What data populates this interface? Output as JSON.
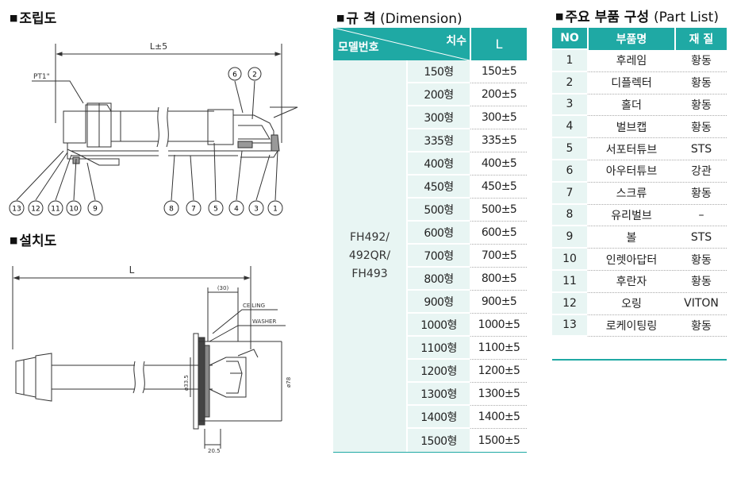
{
  "titles": {
    "assembly": "조립도",
    "install": "설치도",
    "dimension_ko": "규  격",
    "dimension_en": "(Dimension)",
    "parts_ko": "주요 부품 구성",
    "parts_en": "(Part List)",
    "bullet": "■"
  },
  "assembly": {
    "dim_label": "L±5",
    "thread_label": "PT1\"",
    "bubbles_top": [
      "6",
      "2"
    ],
    "bubbles_bottom": [
      "13",
      "12",
      "11",
      "10",
      "9",
      "8",
      "7",
      "5",
      "4",
      "3",
      "1"
    ]
  },
  "install": {
    "dim_label": "L",
    "d30": "(30)",
    "ceiling": "CEILING",
    "washer": "WASHER",
    "d33": "ø33.5",
    "d78": "ø78",
    "d20": "20.5"
  },
  "dimension": {
    "header_model": "모델번호",
    "header_size": "치수",
    "header_l": "L",
    "model_lines": [
      "FH492/",
      "492QR/",
      "FH493"
    ],
    "rows": [
      {
        "size": "150형",
        "l": "150±5"
      },
      {
        "size": "200형",
        "l": "200±5"
      },
      {
        "size": "300형",
        "l": "300±5"
      },
      {
        "size": "335형",
        "l": "335±5"
      },
      {
        "size": "400형",
        "l": "400±5"
      },
      {
        "size": "450형",
        "l": "450±5"
      },
      {
        "size": "500형",
        "l": "500±5"
      },
      {
        "size": "600형",
        "l": "600±5"
      },
      {
        "size": "700형",
        "l": "700±5"
      },
      {
        "size": "800형",
        "l": "800±5"
      },
      {
        "size": "900형",
        "l": "900±5"
      },
      {
        "size": "1000형",
        "l": "1000±5"
      },
      {
        "size": "1100형",
        "l": "1100±5"
      },
      {
        "size": "1200형",
        "l": "1200±5"
      },
      {
        "size": "1300형",
        "l": "1300±5"
      },
      {
        "size": "1400형",
        "l": "1400±5"
      },
      {
        "size": "1500형",
        "l": "1500±5"
      }
    ]
  },
  "parts": {
    "headers": {
      "no": "NO",
      "name": "부품명",
      "material": "재  질"
    },
    "rows": [
      {
        "no": "1",
        "name": "후레임",
        "material": "황동"
      },
      {
        "no": "2",
        "name": "디플렉터",
        "material": "황동"
      },
      {
        "no": "3",
        "name": "홀더",
        "material": "황동"
      },
      {
        "no": "4",
        "name": "벌브캡",
        "material": "황동"
      },
      {
        "no": "5",
        "name": "서포터튜브",
        "material": "STS"
      },
      {
        "no": "6",
        "name": "아우터튜브",
        "material": "강관"
      },
      {
        "no": "7",
        "name": "스크류",
        "material": "황동"
      },
      {
        "no": "8",
        "name": "유리벌브",
        "material": "–"
      },
      {
        "no": "9",
        "name": "볼",
        "material": "STS"
      },
      {
        "no": "10",
        "name": "인렛아답터",
        "material": "황동"
      },
      {
        "no": "11",
        "name": "후란자",
        "material": "황동"
      },
      {
        "no": "12",
        "name": "오링",
        "material": "VITON"
      },
      {
        "no": "13",
        "name": "로케이팅링",
        "material": "황동"
      }
    ]
  }
}
